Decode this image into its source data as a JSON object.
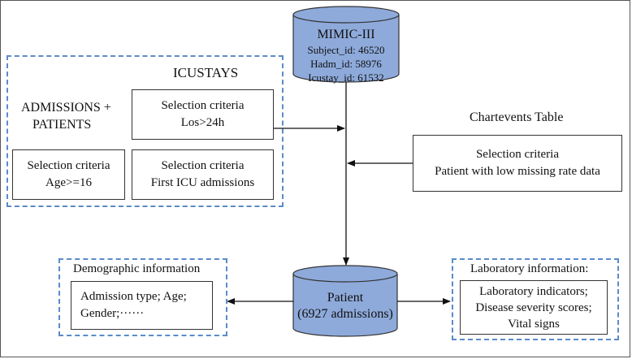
{
  "mimic_db": {
    "title": "MIMIC-III",
    "subject": "Subject_id: 46520",
    "hadm": "Hadm_id: 58976",
    "icustay": "Icustay_id: 61532"
  },
  "icustays": {
    "title": "ICUSTAYS",
    "admissions_label_1": "ADMISSIONS +",
    "admissions_label_2": "PATIENTS",
    "box_los": {
      "line1": "Selection criteria",
      "line2": "Los>24h"
    },
    "box_age": {
      "line1": "Selection criteria",
      "line2": "Age>=16"
    },
    "box_first": {
      "line1": "Selection criteria",
      "line2": "First ICU admissions"
    }
  },
  "chartevents": {
    "title": "Chartevents Table",
    "box": {
      "line1": "Selection criteria",
      "line2": "Patient with low missing rate data"
    }
  },
  "patient_db": {
    "title": "Patient",
    "count": "(6927 admissions)"
  },
  "demographic": {
    "title": "Demographic information",
    "line1": "Admission type; Age;",
    "line2": "Gender;······"
  },
  "laboratory": {
    "title": "Laboratory information:",
    "line1": "Laboratory indicators;",
    "line2": "Disease severity scores;",
    "line3": "Vital signs"
  },
  "colors": {
    "cylinder_fill": "#8eaadb",
    "dash_border": "#5b8bc9",
    "line": "#111111"
  }
}
